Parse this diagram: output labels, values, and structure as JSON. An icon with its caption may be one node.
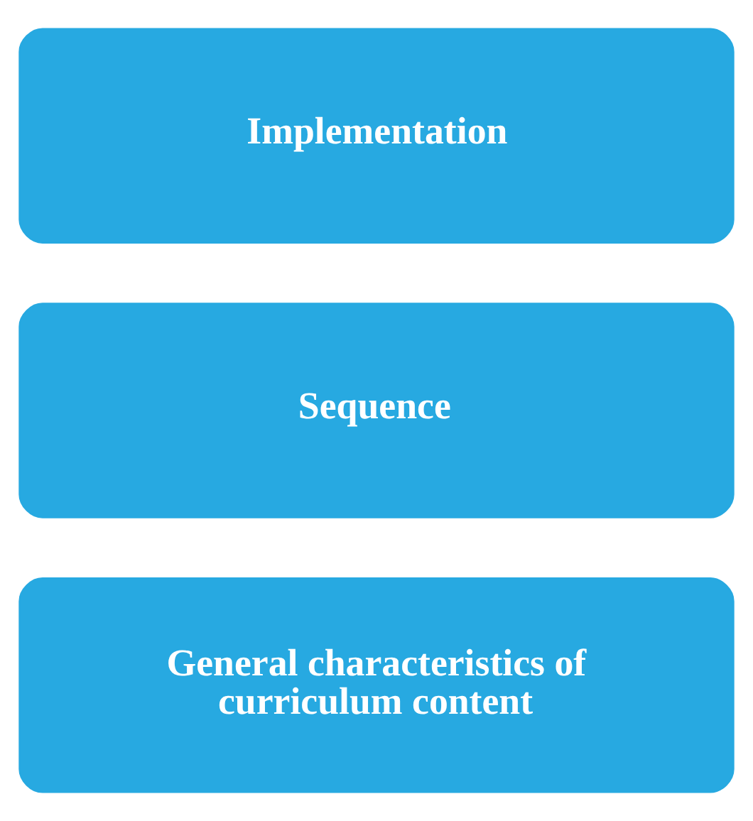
{
  "diagram": {
    "nodes": [
      {
        "text": [
          "General characteristics of curriculum content"
        ]
      },
      {
        "text": [
          "Sequence"
        ]
      },
      {
        "text": [
          "Implementation"
        ]
      }
    ]
  }
}
